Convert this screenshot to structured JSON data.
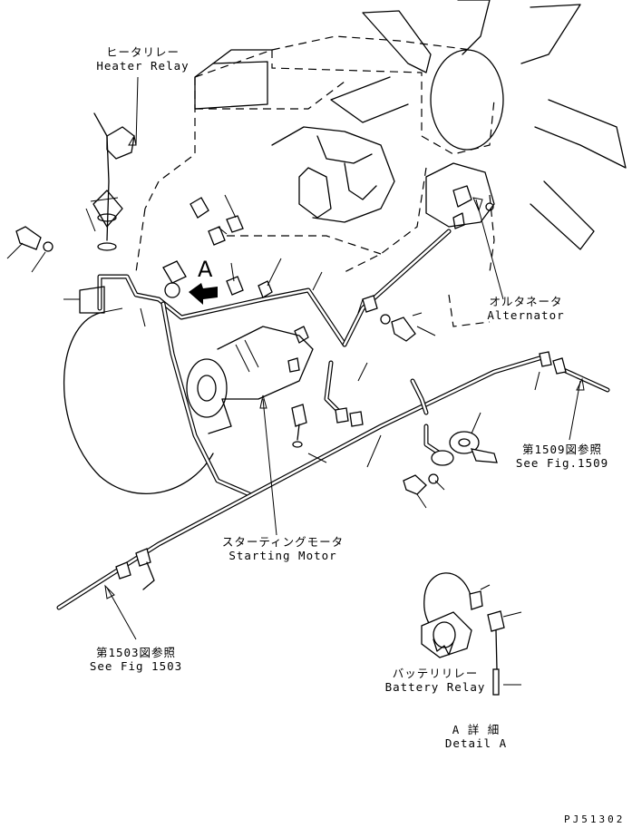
{
  "labels": {
    "heater_relay": {
      "jp": "ヒータリレー",
      "en": "Heater Relay"
    },
    "alternator": {
      "jp": "オルタネータ",
      "en": "Alternator"
    },
    "see_fig_1509": {
      "jp": "第1509図参照",
      "en": "See Fig.1509"
    },
    "starting_motor": {
      "jp": "スターティングモータ",
      "en": "Starting Motor"
    },
    "see_fig_1503": {
      "jp": "第1503図参照",
      "en": "See Fig 1503"
    },
    "battery_relay": {
      "jp": "バッテリリレー",
      "en": "Battery Relay"
    },
    "detail_a": {
      "jp": "A 詳 細",
      "en": "Detail A"
    },
    "view_a": "A"
  },
  "drawing_code": "PJ51302"
}
